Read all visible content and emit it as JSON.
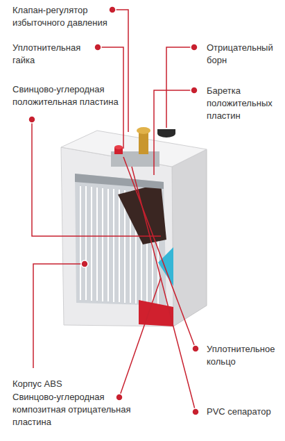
{
  "diagram": {
    "labels": [
      "Клапан-регулятор избыточного давления",
      "Уплотнительная гайка",
      "Отрицательный борн",
      "Свинцово-углеродная положительная пластина",
      "Баретка положительных пластин",
      "Корпус ABS",
      "Уплотнительное кольцо",
      "Свинцово-углеродная композитная отрицательная пластина",
      "PVC сепаратор"
    ]
  }
}
